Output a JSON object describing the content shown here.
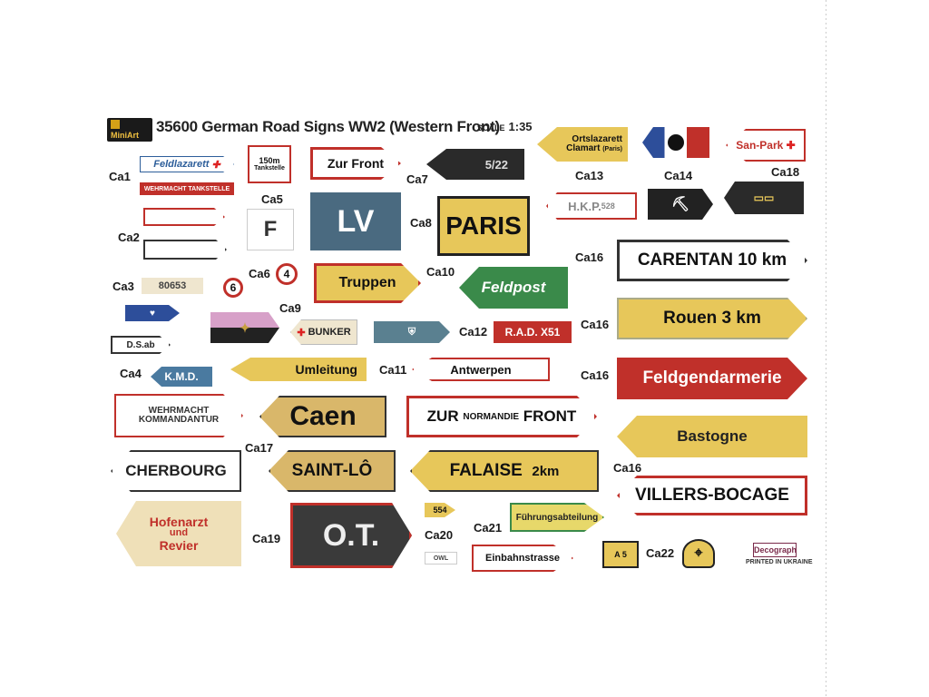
{
  "header": {
    "brand": "MiniArt",
    "title": "35600 German Road Signs WW2 (Western Front)",
    "scale_word": "SCALE",
    "scale_value": "1:35"
  },
  "labels": [
    "Ca1",
    "Ca2",
    "Ca3",
    "Ca4",
    "Ca5",
    "Ca6",
    "Ca7",
    "Ca8",
    "Ca9",
    "Ca10",
    "Ca11",
    "Ca12",
    "Ca13",
    "Ca14",
    "Ca16",
    "Ca16",
    "Ca16",
    "Ca16",
    "Ca17",
    "Ca18",
    "Ca19",
    "Ca20",
    "Ca21",
    "Ca22"
  ],
  "signs": {
    "feldlazarett": "Feldlazarett",
    "wehrmacht_tankstelle": "WEHRMACHT TANKSTELLE",
    "tankstelle_top": "150m",
    "tankstelle_bottom": "Tankstelle",
    "f": "F",
    "zur_front": "Zur Front",
    "lv": "LV",
    "num_522": "5/22",
    "paris": "PARIS",
    "ortslazarett_1": "Ortslazarett",
    "ortslazarett_2": "Clamart",
    "ortslazarett_3": "(Paris)",
    "san_park": "San-Park",
    "hkp": "H.K.P.",
    "hkp_num": "528",
    "carentan": "CARENTAN 10 km",
    "num_80653": "80653",
    "num_6": "6",
    "num_4": "4",
    "truppen": "Truppen",
    "feldpost": "Feldpost",
    "rouen": "Rouen 3 km",
    "bunker": "BUNKER",
    "rad": "R.A.D. X51",
    "ds": "D.S.ab",
    "kmd": "K.M.D.",
    "umleitung": "Umleitung",
    "antwerpen": "Antwerpen",
    "feldgendarmerie": "Feldgendarmerie",
    "kommandantur_1": "WEHRMACHT",
    "kommandantur_2": "KOMMANDANTUR",
    "caen": "Caen",
    "zur_normandie_zur": "ZUR",
    "zur_normandie_mid": "NORMANDIE",
    "zur_normandie_front": "FRONT",
    "bastogne": "Bastogne",
    "cherbourg": "CHERBOURG",
    "saint_lo": "SAINT-LÔ",
    "falaise": "FALAISE",
    "falaise_km": "2km",
    "villers": "VILLERS-BOCAGE",
    "hofenarzt_1": "Hofenarzt",
    "hofenarzt_2": "und",
    "hofenarzt_3": "Revier",
    "ot": "O.T.",
    "num_554": "554",
    "fuhrung": "Führungsabteilung",
    "einbahn": "Einbahnstrasse",
    "a5": "A 5",
    "owl": "OWL"
  },
  "footer": {
    "brand": "Decograph",
    "printed": "PRINTED IN UKRAINE"
  },
  "colors": {
    "red": "#c0302a",
    "yellow": "#e7c75a",
    "green": "#3a8a4a",
    "slate": "#4a6a80",
    "cream": "#efe6cf",
    "dark": "#2a2a2a"
  }
}
